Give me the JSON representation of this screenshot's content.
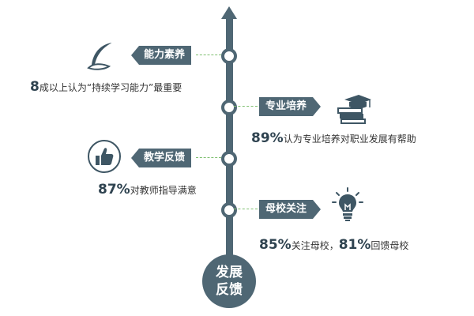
{
  "hub": {
    "line1": "发展",
    "line2": "反馈"
  },
  "items": [
    {
      "label": "能力素养",
      "stat": "8",
      "text": "成以上认为“持续学习能力”最重要",
      "icon": "quill-pen-icon"
    },
    {
      "label": "专业培养",
      "stat": "89%",
      "text": "认为专业培养对职业发展有帮助",
      "icon": "books-graduation-cap-icon"
    },
    {
      "label": "教学反馈",
      "stat": "87%",
      "text": "对教师指导满意",
      "icon": "thumbs-up-icon"
    },
    {
      "label": "母校关注",
      "stat1": "85%",
      "text1": "关注母校，",
      "stat2": "81%",
      "text2": "回馈母校",
      "icon": "light-bulb-icon"
    }
  ],
  "colors": {
    "primary": "#4f6774",
    "dashed_line": "#7fbf70",
    "text": "#333333"
  }
}
